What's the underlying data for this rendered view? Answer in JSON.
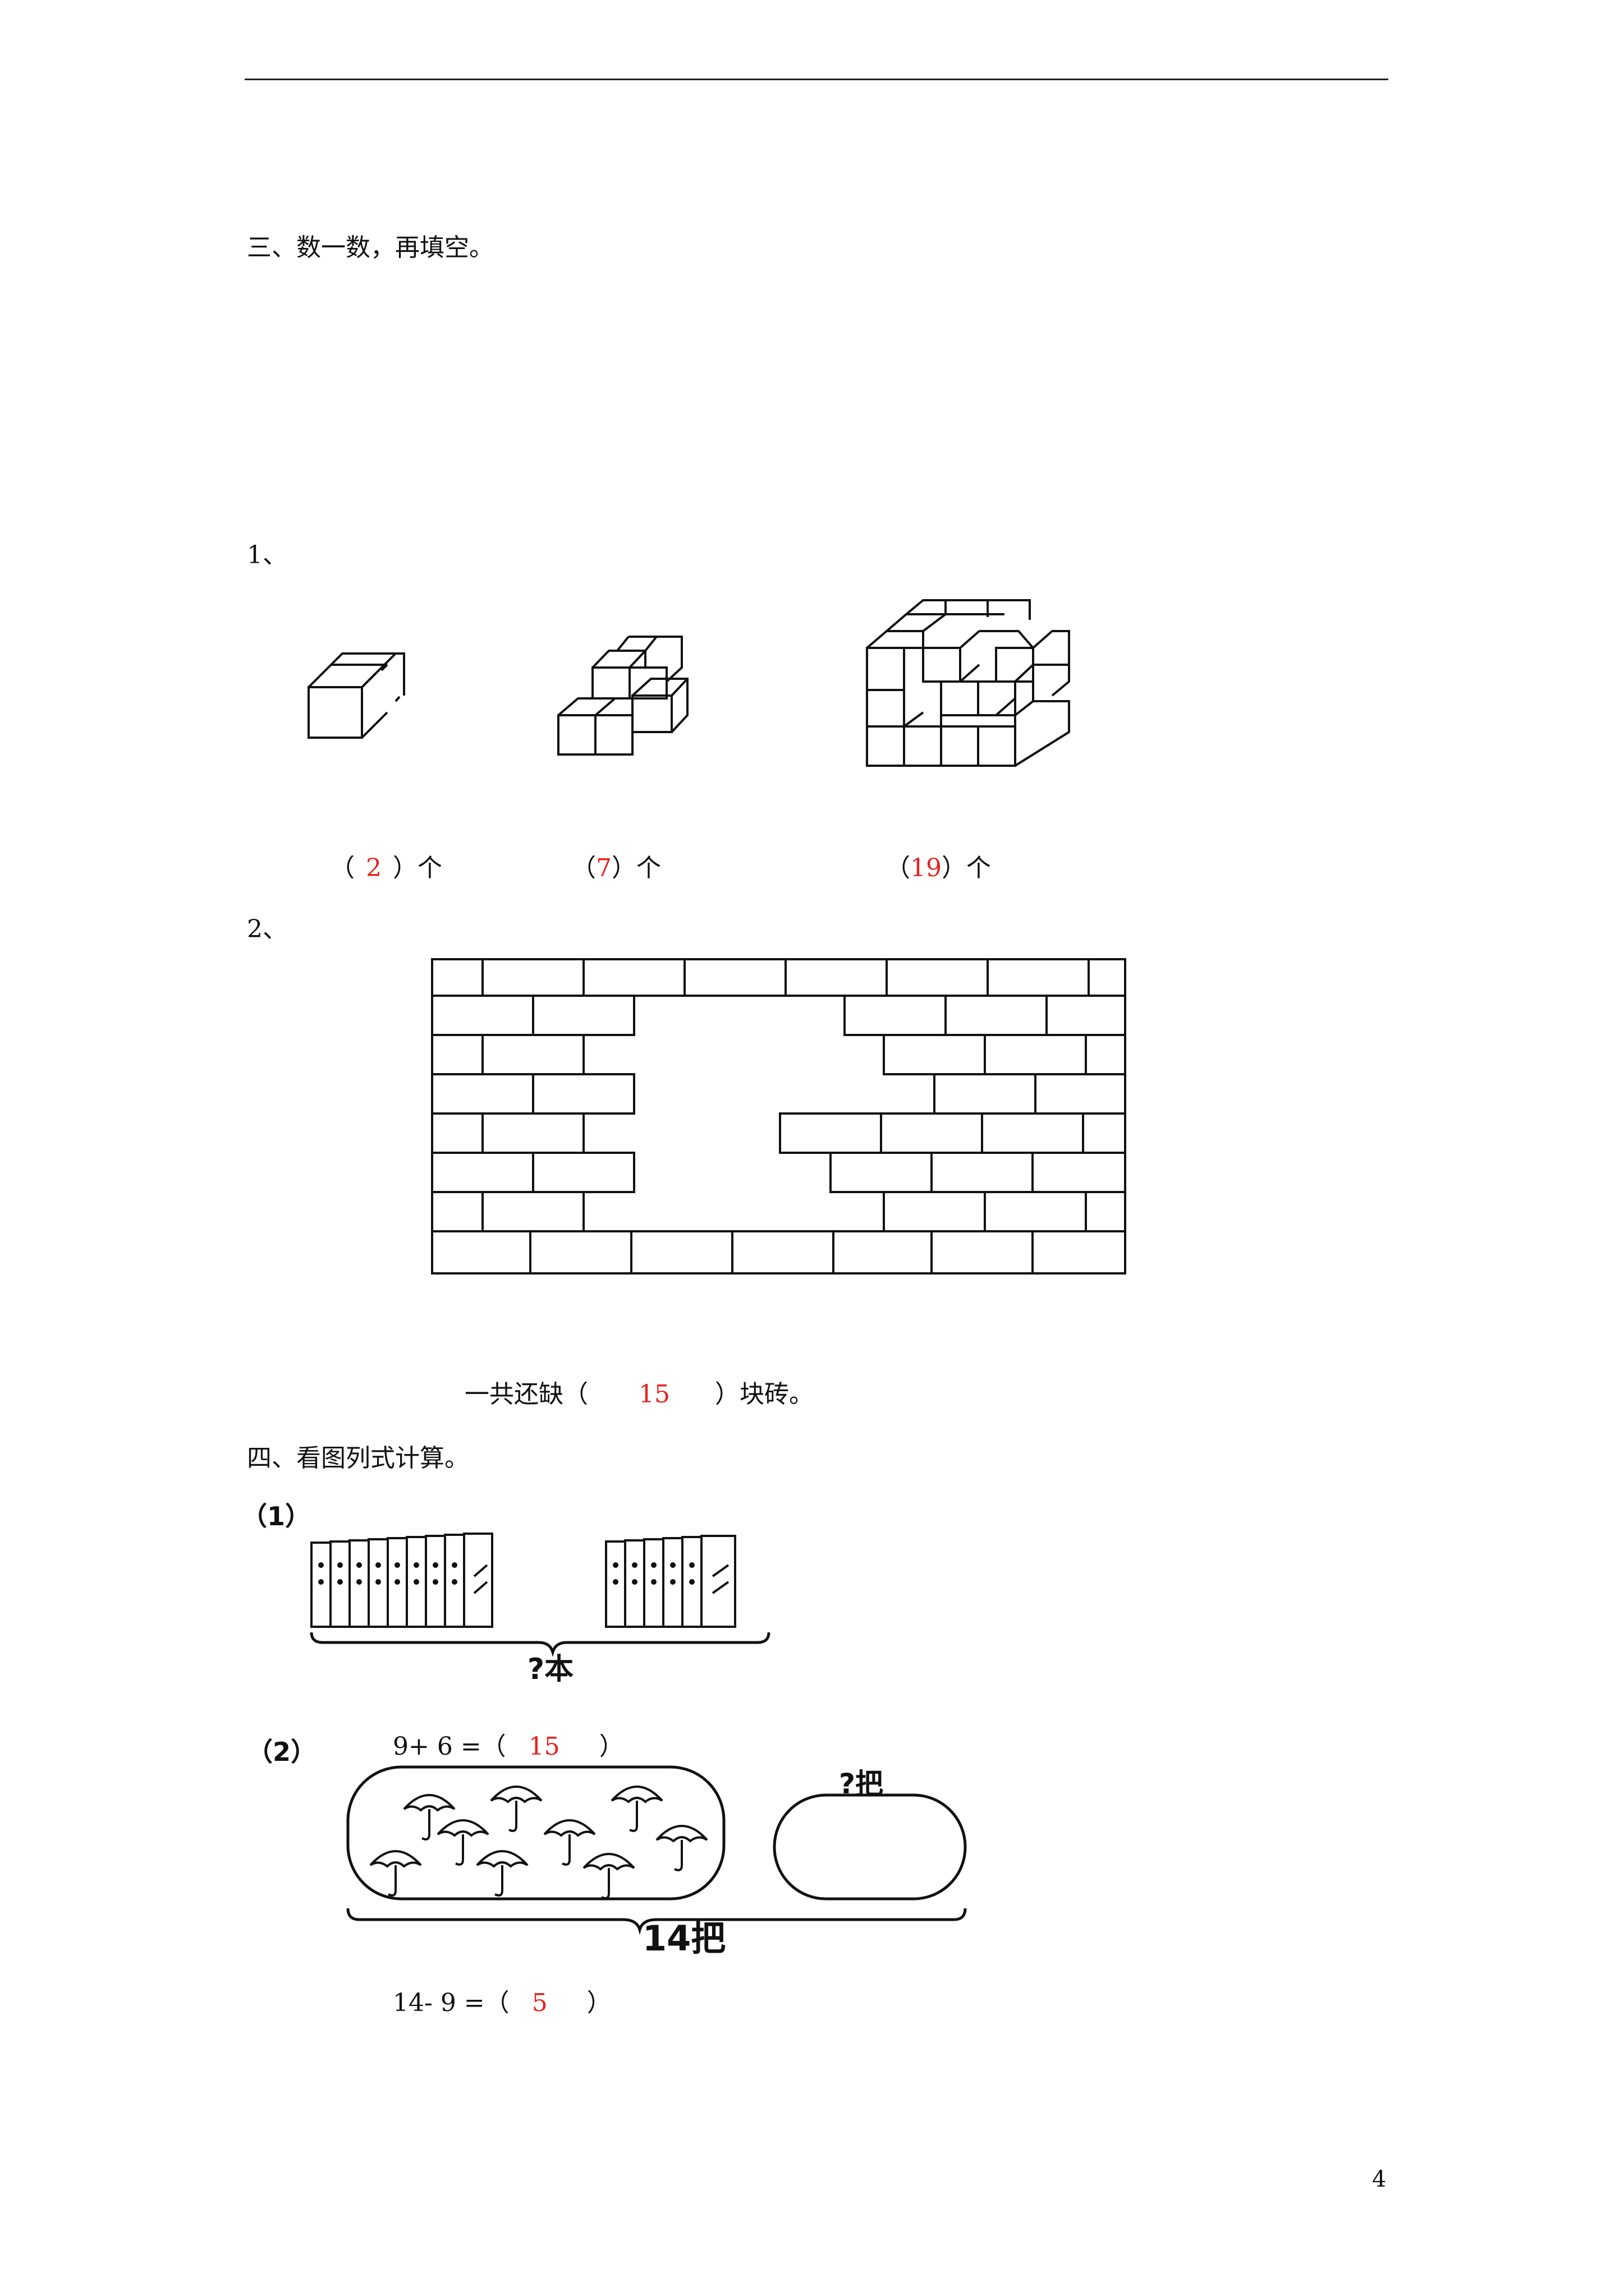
{
  "section3": {
    "heading": "三、数一数，再填空。",
    "q1": {
      "label": "1、",
      "answers": [
        {
          "open": "（",
          "value": "2",
          "close": "）个"
        },
        {
          "open": "（",
          "value": "7",
          "close": "）个"
        },
        {
          "open": "（",
          "value": "19",
          "close": "）个"
        }
      ]
    },
    "q2": {
      "label": "2、",
      "sentence_start": "一共还缺（",
      "value": "15",
      "sentence_end": "）块砖。"
    }
  },
  "section4": {
    "heading": "四、看图列式计算。",
    "p1": {
      "label": "（1）",
      "caption": "?本",
      "equation_left": "9+ 6 =（",
      "value": "15",
      "equation_right": "）"
    },
    "p2": {
      "label": "（2）",
      "caption_small": "?把",
      "caption_total": "14把",
      "equation_left": "14- 9 =（",
      "value": "5",
      "equation_right": "）"
    }
  },
  "footer": {
    "page_number": "4"
  },
  "colors": {
    "answer": "#e8221e",
    "ink": "#111111"
  }
}
